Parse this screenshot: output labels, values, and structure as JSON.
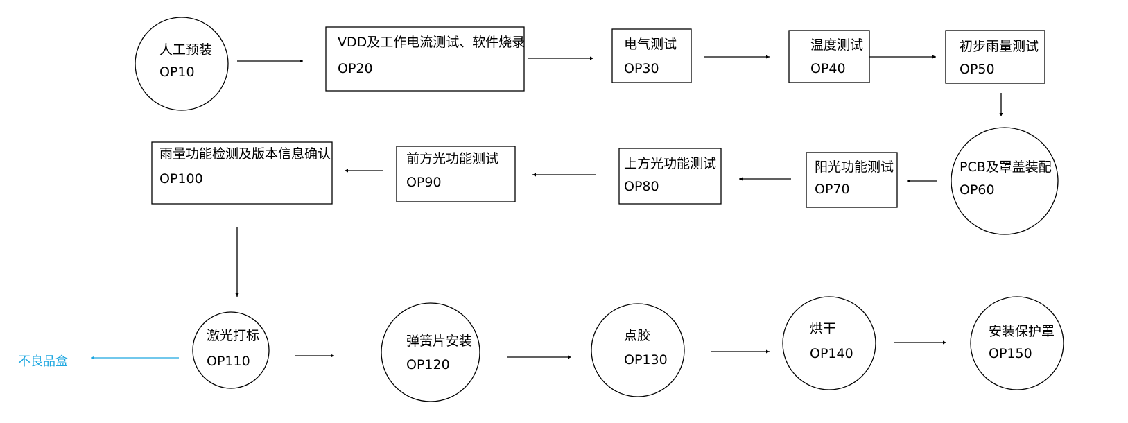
{
  "diagram": {
    "nodes": [
      {
        "id": "op10",
        "shape": "circle",
        "label": "人工预装",
        "code": "OP10"
      },
      {
        "id": "op20",
        "shape": "rect",
        "label": "VDD及工作电流测试、软件烧录",
        "code": "OP20"
      },
      {
        "id": "op30",
        "shape": "rect",
        "label": "电气测试",
        "code": "OP30"
      },
      {
        "id": "op40",
        "shape": "rect",
        "label": "温度测试",
        "code": "OP40"
      },
      {
        "id": "op50",
        "shape": "rect",
        "label": "初步雨量测试",
        "code": "OP50"
      },
      {
        "id": "op60",
        "shape": "circle",
        "label": "PCB及罩盖装配",
        "code": "OP60"
      },
      {
        "id": "op70",
        "shape": "rect",
        "label": "阳光功能测试",
        "code": "OP70"
      },
      {
        "id": "op80",
        "shape": "rect",
        "label": "上方光功能测试",
        "code": "OP80"
      },
      {
        "id": "op90",
        "shape": "rect",
        "label": "前方光功能测试",
        "code": "OP90"
      },
      {
        "id": "op100",
        "shape": "rect",
        "label": "雨量功能检测及版本信息确认",
        "code": "OP100"
      },
      {
        "id": "op110",
        "shape": "circle",
        "label": "激光打标",
        "code": "OP110"
      },
      {
        "id": "op120",
        "shape": "circle",
        "label": "弹簧片安装",
        "code": "OP120"
      },
      {
        "id": "op130",
        "shape": "circle",
        "label": "点胶",
        "code": "OP130"
      },
      {
        "id": "op140",
        "shape": "circle",
        "label": "烘干",
        "code": "OP140"
      },
      {
        "id": "op150",
        "shape": "circle",
        "label": "安装保护罩",
        "code": "OP150"
      }
    ],
    "edges": [
      {
        "from": "op10",
        "to": "op20"
      },
      {
        "from": "op20",
        "to": "op30"
      },
      {
        "from": "op30",
        "to": "op40"
      },
      {
        "from": "op40",
        "to": "op50"
      },
      {
        "from": "op50",
        "to": "op60"
      },
      {
        "from": "op60",
        "to": "op70"
      },
      {
        "from": "op70",
        "to": "op80"
      },
      {
        "from": "op80",
        "to": "op90"
      },
      {
        "from": "op90",
        "to": "op100"
      },
      {
        "from": "op100",
        "to": "op110"
      },
      {
        "from": "op110",
        "to": "op120"
      },
      {
        "from": "op120",
        "to": "op130"
      },
      {
        "from": "op130",
        "to": "op140"
      },
      {
        "from": "op140",
        "to": "op150"
      },
      {
        "from": "op110",
        "to": "reject-box"
      }
    ],
    "reject_label": "不良品盒",
    "colors": {
      "line": "#000000",
      "reject": "#1ea7e0"
    }
  }
}
